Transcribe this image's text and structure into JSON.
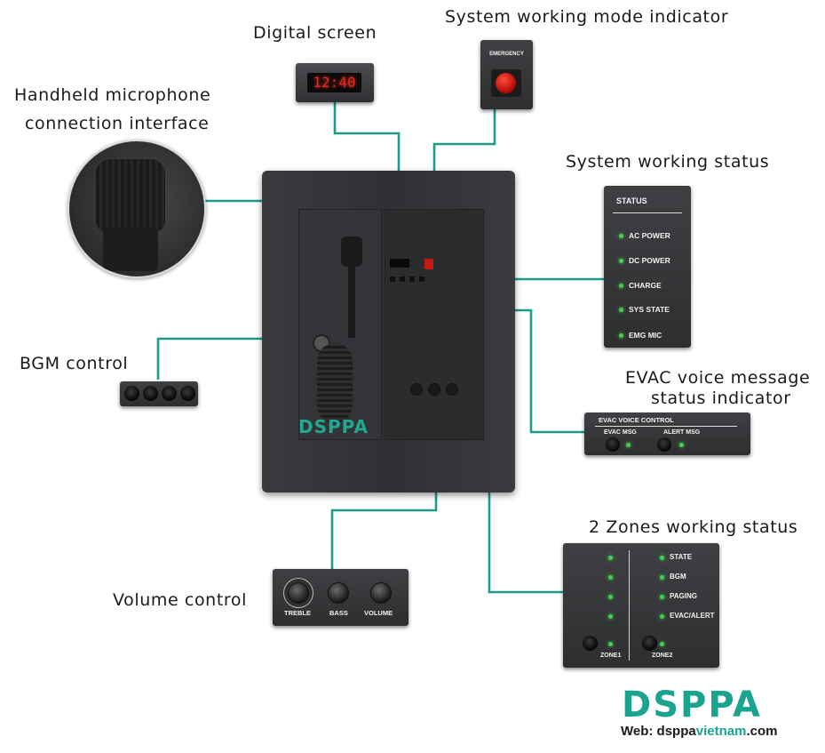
{
  "callouts": {
    "digital_screen": "Digital screen",
    "mode_indicator": "System working mode indicator",
    "handheld_line1": "Handheld microphone",
    "handheld_line2": "connection interface",
    "working_status": "System working status",
    "bgm_control": "BGM control",
    "evac_line1": "EVAC voice message",
    "evac_line2": "status indicator",
    "zones_status": "2 Zones working status",
    "volume_control": "Volume control"
  },
  "screen": {
    "time": "12:40"
  },
  "emergency": {
    "label": "EMERGENCY"
  },
  "status_panel": {
    "title": "STATUS",
    "items": [
      "AC POWER",
      "DC POWER",
      "CHARGE",
      "SYS STATE",
      "EMG MIC"
    ]
  },
  "evac_panel": {
    "title": "EVAC VOICE CONTROL",
    "msg1": "EVAC MSG",
    "msg2": "ALERT MSG"
  },
  "zones_panel": {
    "items": [
      "STATE",
      "BGM",
      "PAGING",
      "EVAC/ALERT"
    ],
    "zone1": "ZONE1",
    "zone2": "ZONE2"
  },
  "volume_panel": {
    "treble": "TREBLE",
    "bass": "BASS",
    "volume": "VOLUME"
  },
  "device": {
    "logo": "DSPPA"
  },
  "brand": {
    "logo": "DSPPA",
    "web_prefix": "Web: dsppa",
    "web_highlight": "vietnam",
    "web_suffix": ".com",
    "teal": "#1aa38f",
    "line_color": "#1d9c8c",
    "led_green": "#3fd34a"
  }
}
